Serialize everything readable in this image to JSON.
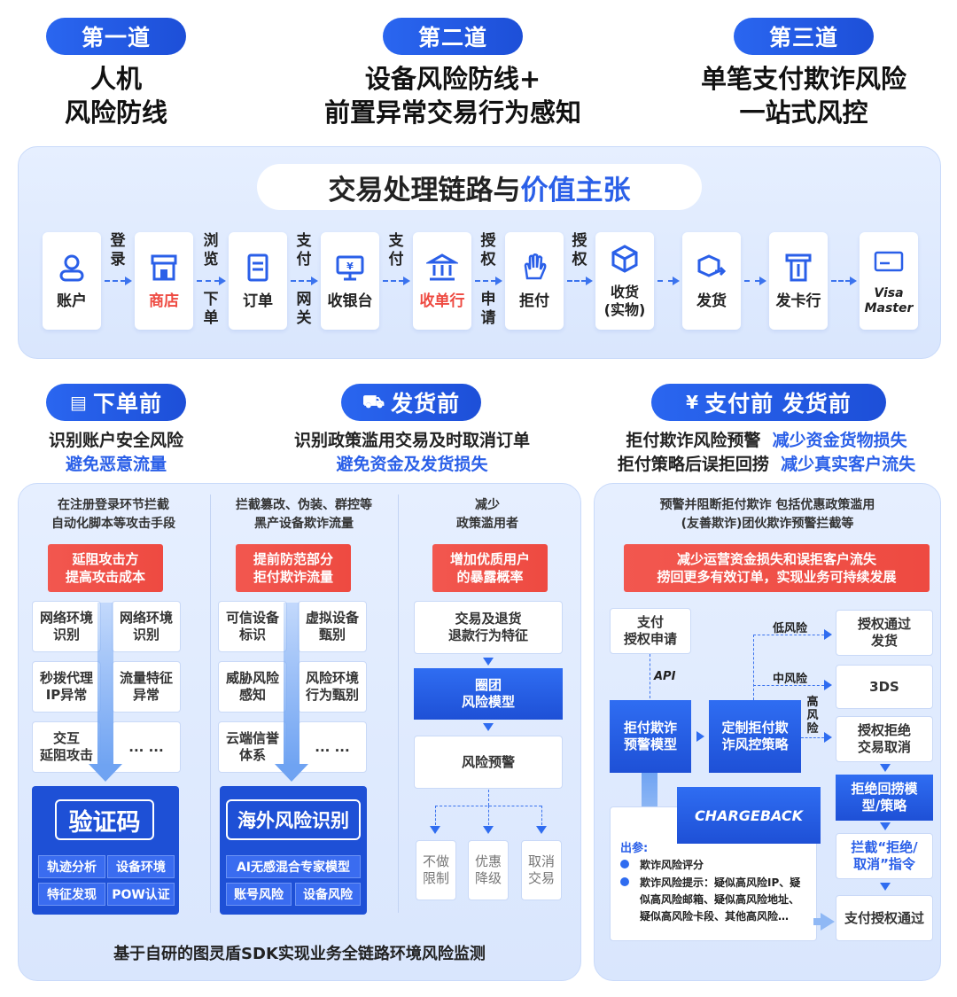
{
  "top": {
    "lines": [
      {
        "tag": "第一道",
        "title1": "人机",
        "title2": "风险防线"
      },
      {
        "tag": "第二道",
        "title1": "设备风险防线+",
        "title2": "前置异常交易行为感知"
      },
      {
        "tag": "第三道",
        "title1": "单笔支付欺诈风险",
        "title2": "一站式风控"
      }
    ]
  },
  "chain": {
    "title_main": "交易处理链路与",
    "title_accent": "价值主张",
    "nodes": [
      "账户",
      "商店",
      "订单",
      "收银台",
      "收单行",
      "拒付",
      "收货\n(实物)",
      "发货",
      "发卡行",
      "Visa\nMaster"
    ],
    "icons": [
      "user-icon",
      "store-icon",
      "order-icon",
      "cashier-icon",
      "bank-icon",
      "hand-icon",
      "package-icon",
      "delivery-icon",
      "card-issuer-icon",
      "credit-card-icon"
    ],
    "connectors": [
      {
        "top": "登录",
        "bottom": ""
      },
      {
        "top": "浏览",
        "bottom": "下单"
      },
      {
        "top": "支付",
        "bottom": "网关"
      },
      {
        "top": "支付",
        "bottom": ""
      },
      {
        "top": "授权",
        "bottom": "申请"
      },
      {
        "top": "授权",
        "bottom": ""
      },
      {
        "top": "",
        "bottom": ""
      },
      {
        "top": "",
        "bottom": ""
      },
      {
        "top": "",
        "bottom": ""
      }
    ]
  },
  "sections": {
    "before_order": {
      "tag": "下单前",
      "line1": "识别账户安全风险",
      "line2": "避免恶意流量"
    },
    "before_ship": {
      "tag": "发货前",
      "line1": "识别政策滥用交易及时取消订单",
      "line2": "避免资金及发货损失"
    },
    "before_pay": {
      "tag": "支付前 发货前",
      "line1a": "拒付欺诈风险预警",
      "line1b": "减少资金货物损失",
      "line2a": "拒付策略后误拒回捞",
      "line2b": "减少真实客户流失"
    }
  },
  "col1": {
    "head": "在注册登录环节拦截\n自动化脚本等攻击手段",
    "red": "延阻攻击方\n提高攻击成本",
    "grid": [
      "网络环境\n识别",
      "网络环境\n识别",
      "秒拨代理\nIP异常",
      "流量特征\n异常",
      "交互\n延阻攻击",
      "... ..."
    ],
    "big": "验证码",
    "chips": [
      "轨迹分析",
      "设备环境",
      "特征发现",
      "POW认证"
    ]
  },
  "col2": {
    "head": "拦截篡改、伪装、群控等\n黑产设备欺诈流量",
    "red": "提前防范部分\n拒付欺诈流量",
    "grid": [
      "可信设备\n标识",
      "虚拟设备\n甄别",
      "威胁风险\n感知",
      "风险环境\n行为甄别",
      "云端信誉\n体系",
      "... ..."
    ],
    "big": "海外风险识别",
    "chips": [
      "AI无感混合专家模型",
      "账号风险",
      "设备风险"
    ]
  },
  "col3": {
    "head": "减少\n政策滥用者",
    "red": "增加优质用户\n的暴露概率",
    "b1": "交易及退货\n退款行为特征",
    "b2": "圈团\n风险模型",
    "b3": "风险预警",
    "outs": [
      "不做\n限制",
      "优惠\n降级",
      "取消\n交易"
    ]
  },
  "footer_left": "基于自研的图灵盾SDK实现业务全链路环境风险监测",
  "right": {
    "head": "预警并阻断拒付欺诈 包括优惠政策滥用\n(友善欺诈)团伙欺诈预警拦截等",
    "red": "减少运营资金损失和误拒客户流失\n捞回更多有效订单，实现业务可持续发展",
    "pay_req": "支付\n授权申请",
    "api": "API",
    "model": "拒付欺诈\n预警模型",
    "strategy": "定制拒付欺\n诈风控策略",
    "low": "低风险",
    "mid": "中风险",
    "high": "高\n风\n险",
    "r1": "授权通过\n发货",
    "r2": "3DS",
    "r3": "授权拒绝\n交易取消",
    "r4": "拒绝回捞模\n型/策略",
    "r5": "拦截“拒绝/\n取消”指令",
    "r6": "支付授权通过",
    "chargeback": "CHARGEBACK",
    "out_title": "出参:",
    "out1": "欺诈风险评分",
    "out2": "欺诈风险提示：疑似高风险IP、疑\n似高风险邮箱、疑似高风险地址、\n疑似高风险卡段、其他高风险…"
  },
  "colors": {
    "accent": "#2a5fe8",
    "red": "#ee4a41",
    "panel": "#e3edff"
  }
}
